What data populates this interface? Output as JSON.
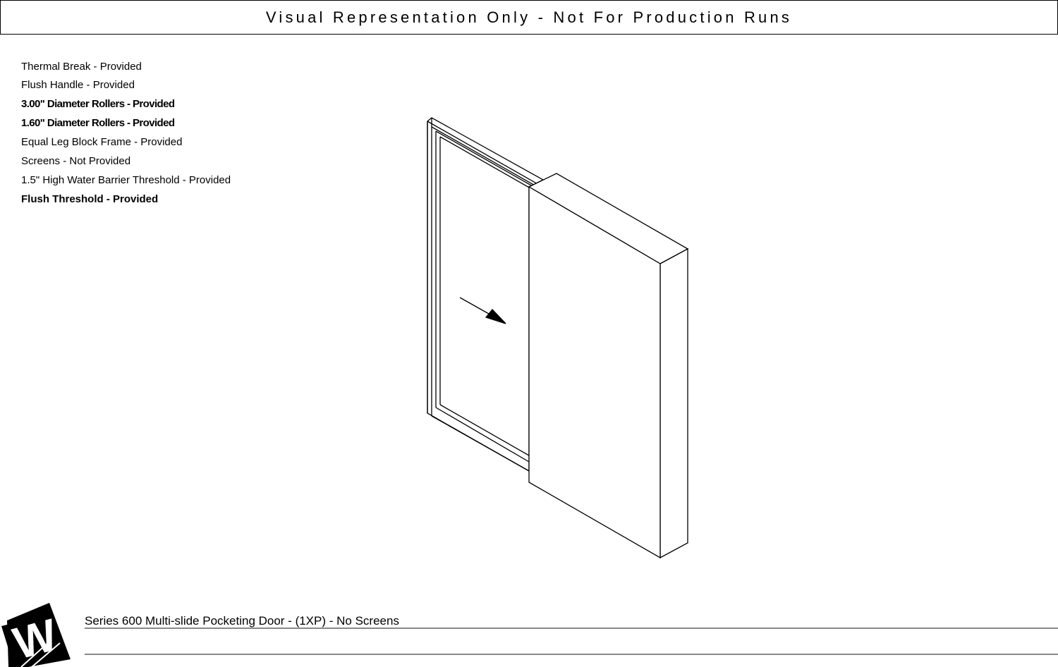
{
  "banner": {
    "text": "Visual Representation Only - Not For Production Runs"
  },
  "specs": [
    "Thermal Break - Provided",
    "Flush Handle - Provided",
    "3.00\" Diameter Rollers - Provided",
    "1.60\" Diameter Rollers - Provided",
    "Equal Leg Block Frame - Provided",
    "Screens - Not Provided",
    "1.5\" High Water Barrier Threshold - Provided",
    "Flush Threshold - Provided"
  ],
  "footer": {
    "title": "Series 600 Multi-slide Pocketing Door - (1XP) - No Screens",
    "logo_text": "W"
  },
  "drawing": {
    "arrow_direction": "right",
    "line_color": "#000000"
  }
}
